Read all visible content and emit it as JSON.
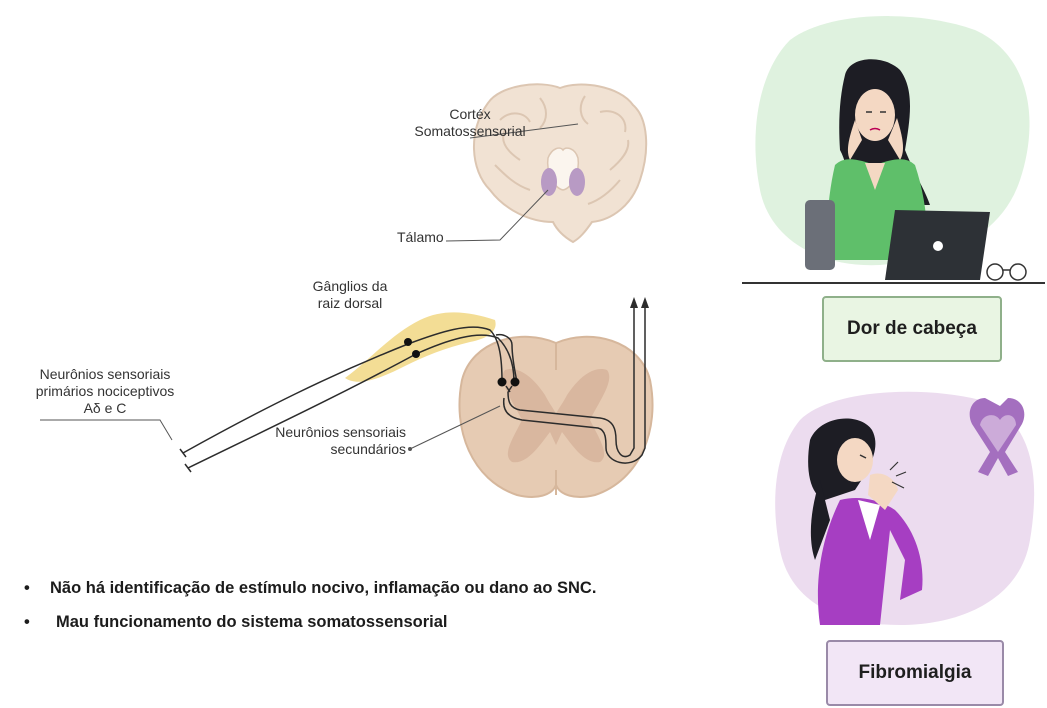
{
  "labels": {
    "cortex_line1": "Cortéx",
    "cortex_line2": "Somatossensorial",
    "thalamus": "Tálamo",
    "ganglia_line1": "Gânglios da",
    "ganglia_line2": "raiz dorsal",
    "primary_line1": "Neurônios sensoriais",
    "primary_line2": "primários nociceptivos",
    "primary_line3": "Aδ e C",
    "secondary_line1": "Neurônios sensoriais",
    "secondary_line2": "secundários"
  },
  "cards": {
    "headache_label": "Dor de cabeça",
    "fibromyalgia_label": "Fibromialgia"
  },
  "bullets": [
    "Não há identificação de estímulo nocivo, inflamação ou dano ao SNC.",
    "Mau funcionamento do sistema somatossensorial"
  ],
  "colors": {
    "brain": "#f1e2d3",
    "thalamus": "#b89ac4",
    "ganglion": "#f0d47a",
    "spinal_cord": "#e6cbb3",
    "gray_matter": "#d9b79f",
    "headache_bg": "#dff2df",
    "headache_tag": "#e9f5e3",
    "fibro_bg": "#ecdcef",
    "fibro_tag": "#f2e6f6",
    "ribbon": "#a46fbf"
  },
  "icons": [
    "brain-illustration",
    "spinal-cord-illustration",
    "woman-headache-illustration",
    "woman-neck-pain-illustration",
    "awareness-ribbon-icon",
    "bullet-dot"
  ]
}
